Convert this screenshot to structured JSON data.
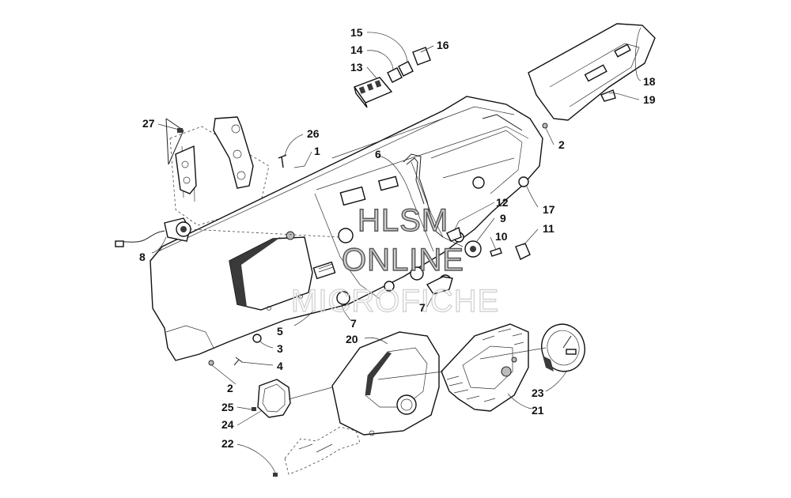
{
  "watermark": {
    "line1": "HLSM",
    "line2": "ONLINE",
    "line3": "MICROFICHE"
  },
  "callouts": [
    {
      "id": "c15",
      "label": "15"
    },
    {
      "id": "c14",
      "label": "14"
    },
    {
      "id": "c13",
      "label": "13"
    },
    {
      "id": "c16",
      "label": "16"
    },
    {
      "id": "c18",
      "label": "18"
    },
    {
      "id": "c19",
      "label": "19"
    },
    {
      "id": "c27",
      "label": "27"
    },
    {
      "id": "c26",
      "label": "26"
    },
    {
      "id": "c1",
      "label": "1"
    },
    {
      "id": "c6",
      "label": "6"
    },
    {
      "id": "c2a",
      "label": "2"
    },
    {
      "id": "c12",
      "label": "12"
    },
    {
      "id": "c9",
      "label": "9"
    },
    {
      "id": "c17",
      "label": "17"
    },
    {
      "id": "c10",
      "label": "10"
    },
    {
      "id": "c11",
      "label": "11"
    },
    {
      "id": "c8",
      "label": "8"
    },
    {
      "id": "c5",
      "label": "5"
    },
    {
      "id": "c7a",
      "label": "7"
    },
    {
      "id": "c7b",
      "label": "7"
    },
    {
      "id": "c3",
      "label": "3"
    },
    {
      "id": "c20",
      "label": "20"
    },
    {
      "id": "c4",
      "label": "4"
    },
    {
      "id": "c2b",
      "label": "2"
    },
    {
      "id": "c23",
      "label": "23"
    },
    {
      "id": "c25",
      "label": "25"
    },
    {
      "id": "c21",
      "label": "21"
    },
    {
      "id": "c24",
      "label": "24"
    },
    {
      "id": "c22",
      "label": "22"
    }
  ]
}
